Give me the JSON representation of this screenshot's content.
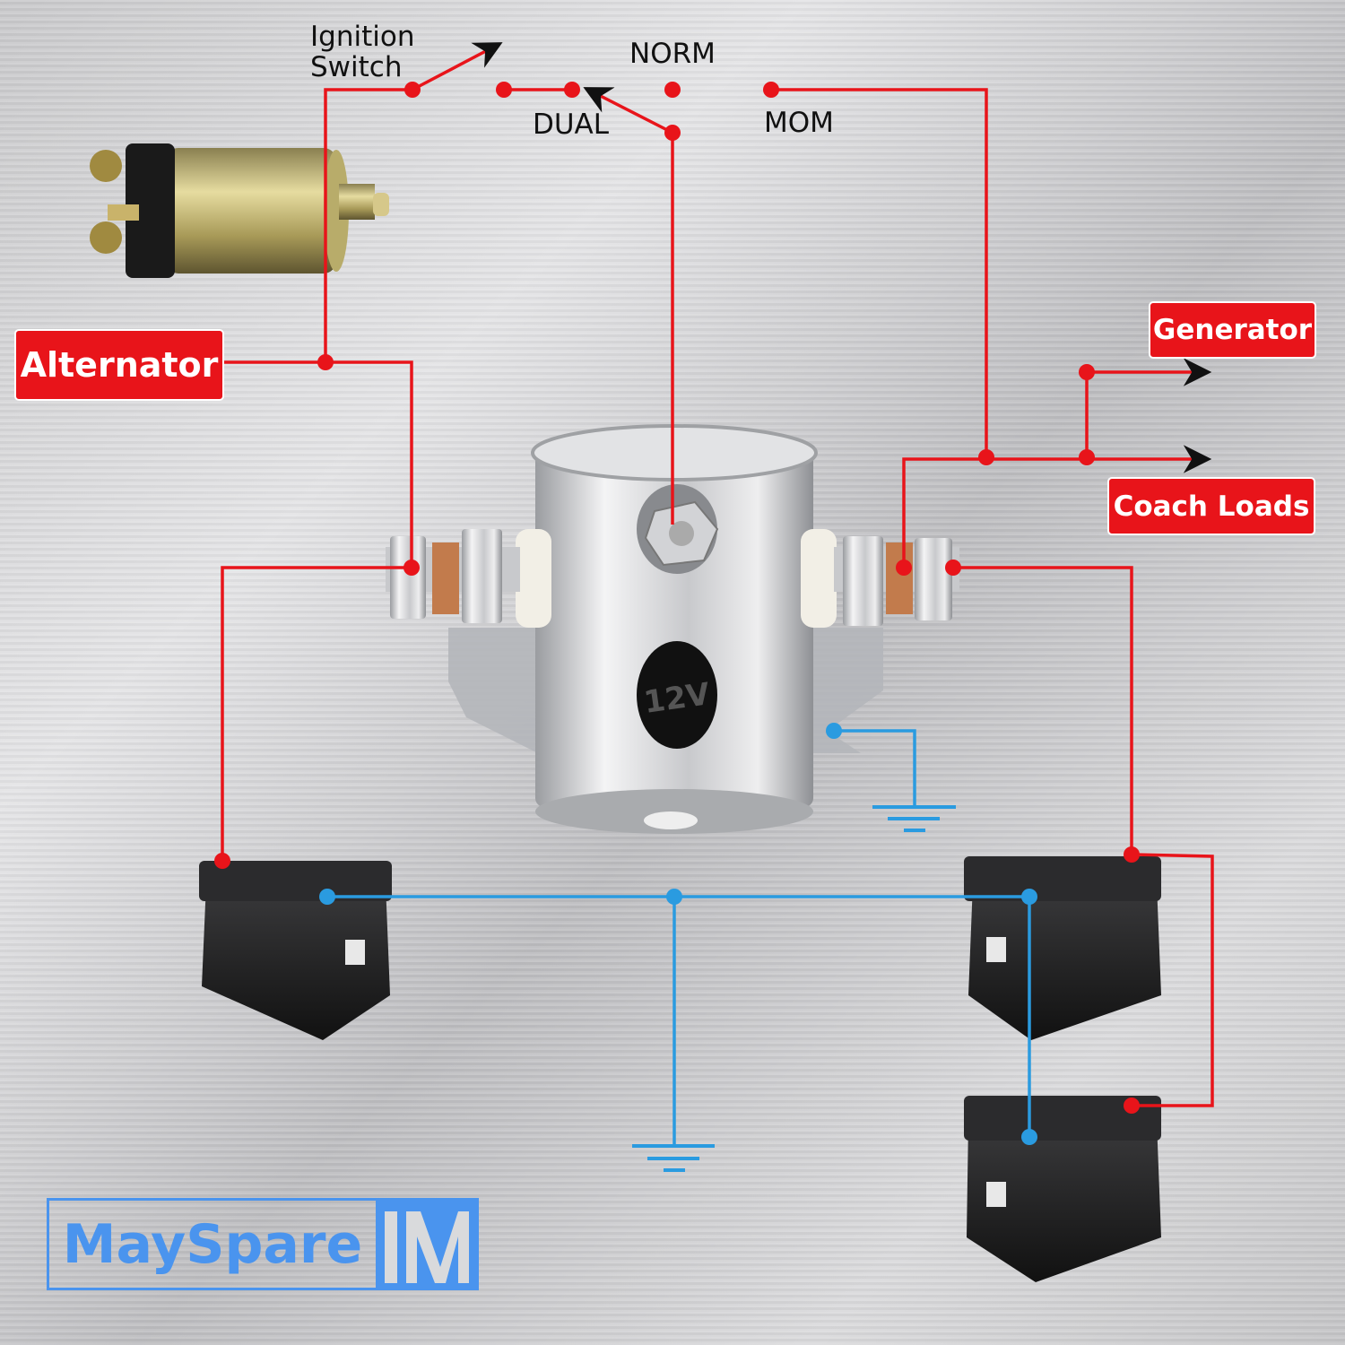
{
  "labels": {
    "ignition_switch_line1": "Ignition",
    "ignition_switch_line2": "Switch",
    "norm": "NORM",
    "dual": "DUAL",
    "mom": "MOM",
    "alternator": "Alternator",
    "generator": "Generator",
    "coach_loads": "Coach Loads",
    "solenoid_voltage": "12V"
  },
  "brand": {
    "name": "MaySpare",
    "mark": "M"
  },
  "colors": {
    "positive_wire": "#e8141a",
    "ground_wire": "#2a9be0",
    "brand": "#4a94ee"
  }
}
